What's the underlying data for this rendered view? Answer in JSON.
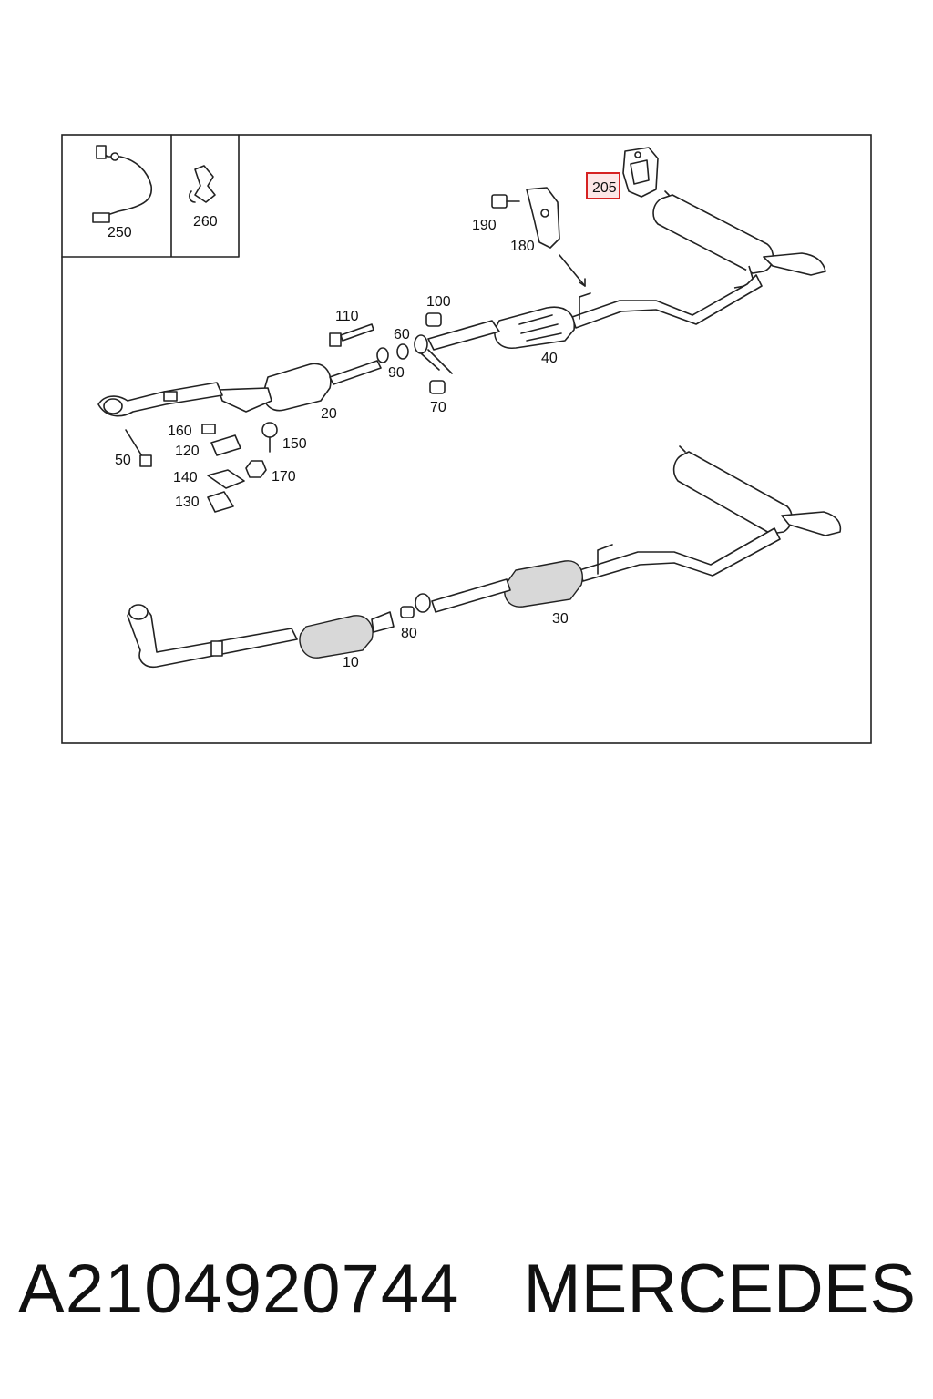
{
  "diagram": {
    "highlighted_callout": "205",
    "callouts": {
      "c250": "250",
      "c260": "260",
      "c205": "205",
      "c190": "190",
      "c180": "180",
      "c110": "110",
      "c100": "100",
      "c60": "60",
      "c90": "90",
      "c40": "40",
      "c20": "20",
      "c70": "70",
      "c160": "160",
      "c120": "120",
      "c150": "150",
      "c50": "50",
      "c140": "140",
      "c170": "170",
      "c130": "130",
      "c80": "80",
      "c30": "30",
      "c10": "10"
    }
  },
  "caption": {
    "part_number": "A2104920744",
    "brand": "MERCEDES"
  },
  "colors": {
    "highlight_border": "#d62222",
    "line": "#222222"
  }
}
